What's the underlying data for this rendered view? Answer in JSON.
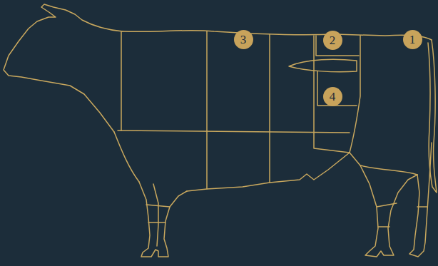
{
  "diagram": {
    "nodes": [
      {
        "text": [
          "3"
        ]
      },
      {
        "text": [
          "2"
        ]
      },
      {
        "text": [
          "1"
        ]
      },
      {
        "text": [
          "4"
        ]
      }
    ]
  }
}
